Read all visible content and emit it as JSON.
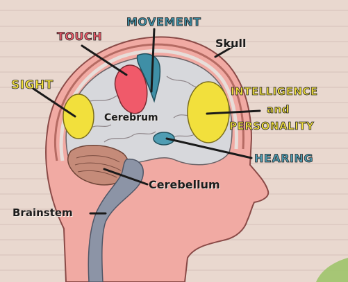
{
  "labels": {
    "touch": "TOUCH",
    "movement": "MOVEMENT",
    "skull": "Skull",
    "sight": "SIGHT",
    "intelligence": "INTELLIGENCE",
    "and": "and",
    "personality": "PERSONALITY",
    "cerebrum": "Cerebrum",
    "hearing": "HEARING",
    "cerebellum": "Cerebellum",
    "brainstem": "Brainstem"
  },
  "colors": {
    "touch": "#f05a6a",
    "movement": "#3f8fa6",
    "sight": "#f2e03c",
    "intelligence": "#f2e03c",
    "hearing": "#4f9db3",
    "background": "#e9d8cf",
    "skin": "#f1aaa3",
    "brain": "#d7d8dc",
    "cerebellum": "#c58b79"
  }
}
